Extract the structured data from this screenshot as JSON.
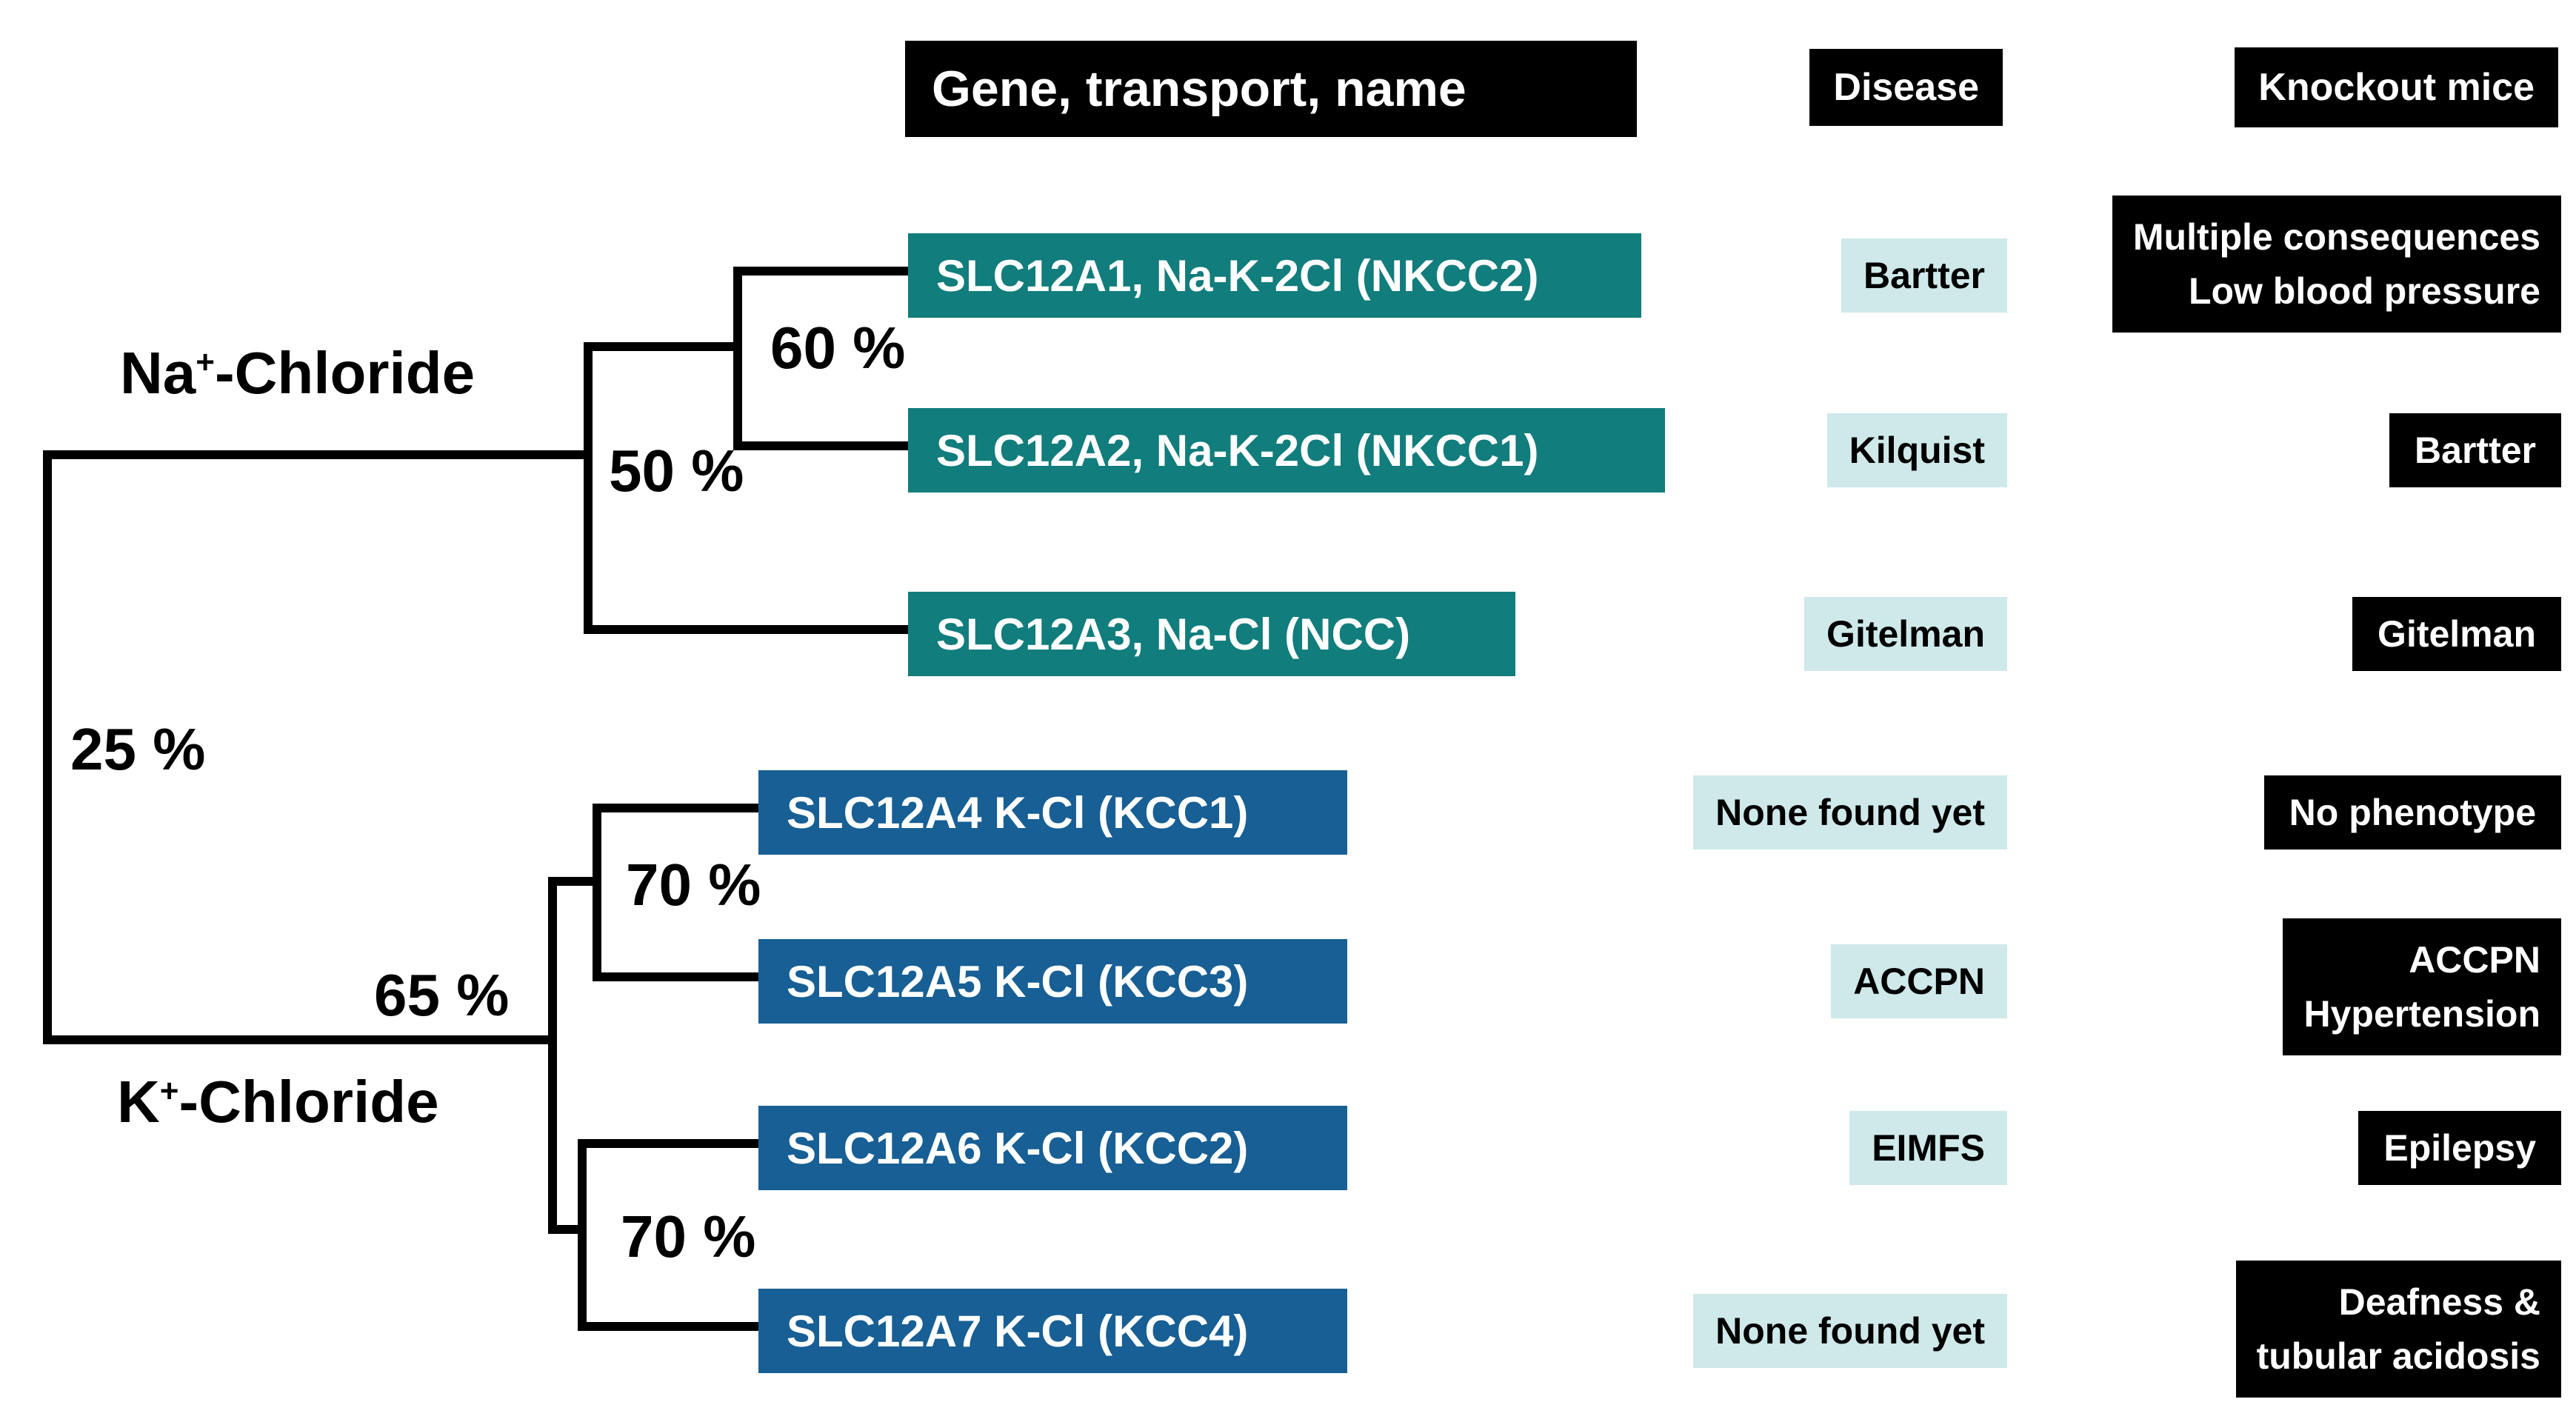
{
  "title_row": {
    "gene": "Gene, transport, name",
    "disease": "Disease",
    "knockout": "Knockout mice"
  },
  "clades": {
    "na": {
      "pre": "Na",
      "sup": "+",
      "post": "-Chloride"
    },
    "k": {
      "pre": "K",
      "sup": "+",
      "post": "-Chloride"
    }
  },
  "bootstrap": {
    "root": "25 %",
    "na": "50 %",
    "na_upper": "60 %",
    "k": "65 %",
    "k_upper": "70 %",
    "k_lower": "70 %"
  },
  "rows": [
    {
      "gene": "SLC12A1, Na-K-2Cl (NKCC2)",
      "family": "teal",
      "disease": "Bartter",
      "knockout": [
        "Multiple consequences",
        "Low blood pressure"
      ]
    },
    {
      "gene": "SLC12A2, Na-K-2Cl (NKCC1)",
      "family": "teal",
      "disease": "Kilquist",
      "knockout": [
        "Bartter"
      ]
    },
    {
      "gene": "SLC12A3, Na-Cl (NCC)",
      "family": "teal",
      "disease": "Gitelman",
      "knockout": [
        "Gitelman"
      ]
    },
    {
      "gene": "SLC12A4 K-Cl (KCC1)",
      "family": "blue",
      "disease": "None found yet",
      "knockout": [
        "No phenotype"
      ]
    },
    {
      "gene": "SLC12A5 K-Cl (KCC3)",
      "family": "blue",
      "disease": "ACCPN",
      "knockout": [
        "ACCPN",
        "Hypertension"
      ]
    },
    {
      "gene": "SLC12A6 K-Cl (KCC2)",
      "family": "blue",
      "disease": "EIMFS",
      "knockout": [
        "Epilepsy"
      ]
    },
    {
      "gene": "SLC12A7 K-Cl (KCC4)",
      "family": "blue",
      "disease": "None found yet",
      "knockout": [
        "Deafness &",
        "tubular acidosis"
      ]
    }
  ],
  "colors": {
    "teal": "#117d7c",
    "blue": "#175f94",
    "light": "#cfe8e9",
    "black": "#000000",
    "line": "#000000"
  }
}
